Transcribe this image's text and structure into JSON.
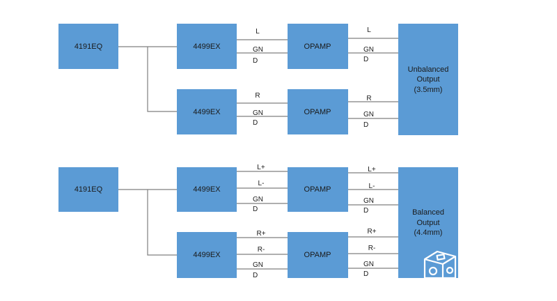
{
  "top": {
    "eq": "4191EQ",
    "ex1": "4499EX",
    "ex2": "4499EX",
    "amp1": "OPAMP",
    "amp2": "OPAMP",
    "output": [
      "Unbalanced",
      "Output",
      "(3.5mm)"
    ],
    "sig1_in": [
      "L",
      "GN",
      "D"
    ],
    "sig1_out": [
      "L",
      "GN",
      "D"
    ],
    "sig2_in": [
      "R",
      "GN",
      "D"
    ],
    "sig2_out": [
      "R",
      "GN",
      "D"
    ]
  },
  "bottom": {
    "eq": "4191EQ",
    "ex1": "4499EX",
    "ex2": "4499EX",
    "amp1": "OPAMP",
    "amp2": "OPAMP",
    "output": [
      "Balanced",
      "Output",
      "(4.4mm)"
    ],
    "sig1_in": [
      "L+",
      "L-",
      "GN",
      "D"
    ],
    "sig1_out": [
      "L+",
      "L-",
      "GN",
      "D"
    ],
    "sig2_in": [
      "R+",
      "R-",
      "GN",
      "D"
    ],
    "sig2_out": [
      "R+",
      "R-",
      "GN",
      "D"
    ]
  },
  "colors": {
    "block": "#5b9bd5",
    "wire": "#7f7f7f",
    "text": "#1a1a1a"
  },
  "icons": {
    "watermark": "cube-logo-icon"
  }
}
